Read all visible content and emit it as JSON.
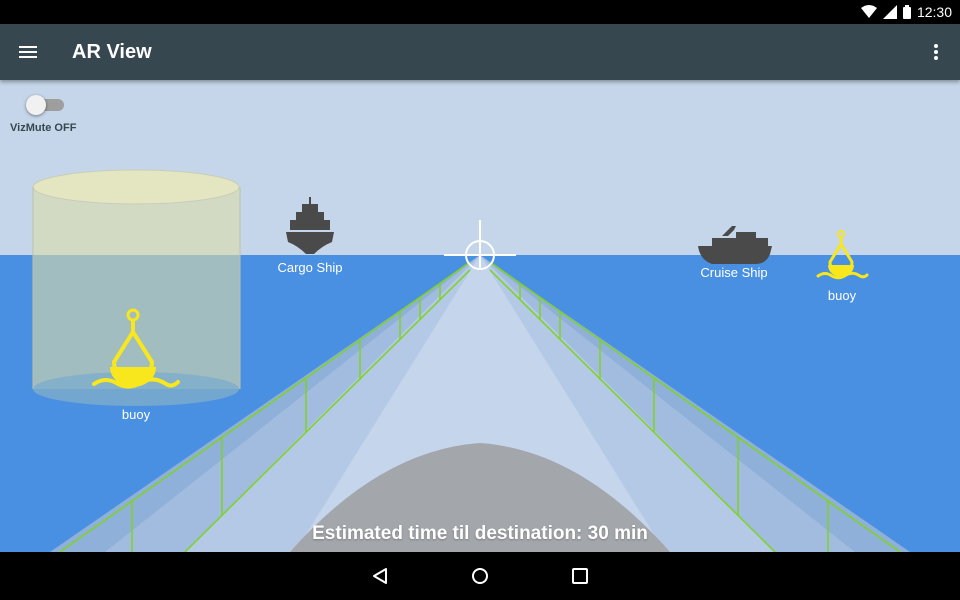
{
  "status": {
    "time": "12:30"
  },
  "appbar": {
    "title": "AR View",
    "menu_icon": "hamburger-menu-icon",
    "overflow_icon": "more-vert-icon"
  },
  "scene": {
    "vizmute": {
      "label": "VizMute OFF",
      "state": "off"
    },
    "objects": {
      "buoy_near": {
        "label": "buoy",
        "icon": "buoy-icon"
      },
      "cargo": {
        "label": "Cargo Ship",
        "icon": "cargo-ship-icon"
      },
      "cruise": {
        "label": "Cruise Ship",
        "icon": "cruise-ship-icon"
      },
      "buoy_far": {
        "label": "buoy",
        "icon": "buoy-icon"
      }
    },
    "eta": "Estimated time til destination: 30 min",
    "colors": {
      "sky": "#c5d6ea",
      "water": "#4a90e2",
      "railing": "#7ed321",
      "buoy": "#f8e71c",
      "ship": "#4a4a4a",
      "bow": "#a3a6aa"
    }
  },
  "navbar": {
    "back_icon": "back-icon",
    "home_icon": "home-icon",
    "recents_icon": "recents-icon"
  }
}
